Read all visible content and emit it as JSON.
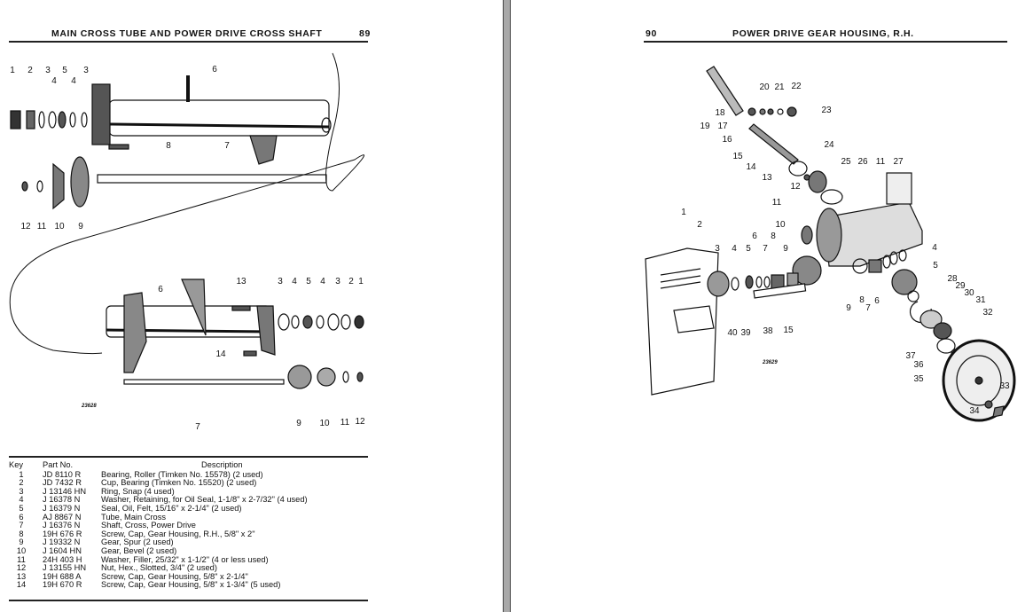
{
  "left_page": {
    "title": "MAIN CROSS TUBE AND POWER DRIVE CROSS SHAFT",
    "page_number": "89",
    "figure_number": "23628",
    "callouts": [
      "1",
      "2",
      "3",
      "5",
      "4",
      "4",
      "3",
      "6",
      "8",
      "7",
      "12",
      "11",
      "10",
      "9",
      "13",
      "6",
      "3",
      "4",
      "5",
      "4",
      "3",
      "2",
      "1",
      "14",
      "9",
      "10",
      "11",
      "12",
      "7"
    ],
    "table": {
      "headers": {
        "key": "Key",
        "part_no": "Part No.",
        "description": "Description"
      },
      "rows": [
        {
          "key": "1",
          "part_no": "JD 8110 R",
          "description": "Bearing, Roller (Timken No. 15578) (2 used)"
        },
        {
          "key": "2",
          "part_no": "JD 7432 R",
          "description": "Cup, Bearing (Timken No. 15520) (2 used)"
        },
        {
          "key": "3",
          "part_no": "J 13146 HN",
          "description": "Ring, Snap (4 used)"
        },
        {
          "key": "4",
          "part_no": "J 16378 N",
          "description": "Washer, Retaining, for Oil Seal, 1-1/8\" x 2-7/32\" (4 used)"
        },
        {
          "key": "5",
          "part_no": "J 16379 N",
          "description": "Seal, Oil, Felt, 15/16\" x 2-1/4\" (2 used)"
        },
        {
          "key": "6",
          "part_no": "AJ 8867 N",
          "description": "Tube, Main Cross"
        },
        {
          "key": "7",
          "part_no": "J 16376 N",
          "description": "Shaft, Cross, Power Drive"
        },
        {
          "key": "8",
          "part_no": "19H 676 R",
          "description": "Screw, Cap, Gear Housing, R.H., 5/8\" x 2\""
        },
        {
          "key": "9",
          "part_no": "J 19332 N",
          "description": "Gear, Spur (2 used)"
        },
        {
          "key": "10",
          "part_no": "J  1604 HN",
          "description": "Gear, Bevel (2 used)"
        },
        {
          "key": "11",
          "part_no": "24H 403 H",
          "description": "Washer, Filler, 25/32\" x 1-1/2\" (4 or less used)"
        },
        {
          "key": "12",
          "part_no": "J 13155 HN",
          "description": "Nut, Hex., Slotted, 3/4\" (2 used)"
        },
        {
          "key": "13",
          "part_no": "19H 688 A",
          "description": "Screw, Cap, Gear Housing, 5/8\" x 2-1/4\""
        },
        {
          "key": "14",
          "part_no": "19H 670 R",
          "description": "Screw, Cap, Gear Housing, 5/8\" x 1-3/4\" (5 used)"
        }
      ]
    }
  },
  "right_page": {
    "title": "POWER DRIVE GEAR HOUSING, R.H.",
    "page_number": "90",
    "figure_number": "23629",
    "callouts": [
      "20",
      "21",
      "22",
      "23",
      "18",
      "17",
      "19",
      "16",
      "15",
      "14",
      "13",
      "24",
      "25",
      "26",
      "11",
      "27",
      "12",
      "11",
      "10",
      "1",
      "2",
      "3",
      "4",
      "5",
      "6",
      "7",
      "8",
      "9",
      "4",
      "5",
      "28",
      "29",
      "30",
      "31",
      "32",
      "9",
      "8",
      "7",
      "6",
      "40",
      "39",
      "38",
      "15",
      "37",
      "36",
      "35",
      "33",
      "34"
    ]
  },
  "colors": {
    "ink": "#111111",
    "gutter": "#a9a9a9"
  }
}
